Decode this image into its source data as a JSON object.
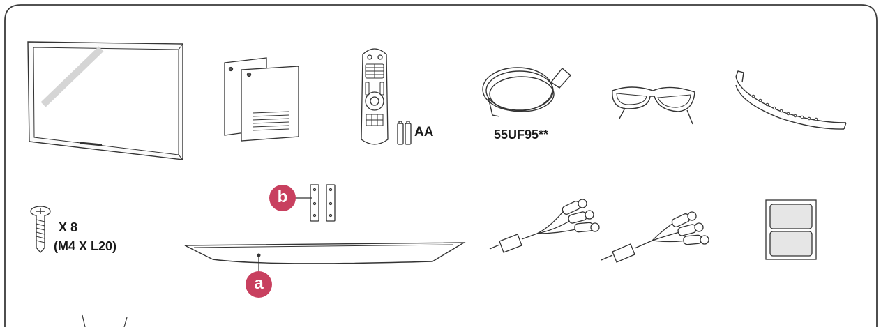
{
  "colors": {
    "frame": "#3a3a3a",
    "line": "#333333",
    "accent": "#c8405f",
    "panel": "#e6e6e6"
  },
  "items": {
    "remote_batteries": {
      "icon": "remote-control-with-aa-batteries",
      "label": "AA"
    },
    "power_cord": {
      "icon": "power-cord",
      "label": "55UF95**"
    },
    "screws": {
      "icon": "screw",
      "count_label": "X 8",
      "size_label": "(M4 X L20)"
    },
    "stand": {
      "icon": "stand-base",
      "callout": "a"
    },
    "stand_brackets": {
      "icon": "stand-brackets",
      "callout": "b"
    }
  }
}
